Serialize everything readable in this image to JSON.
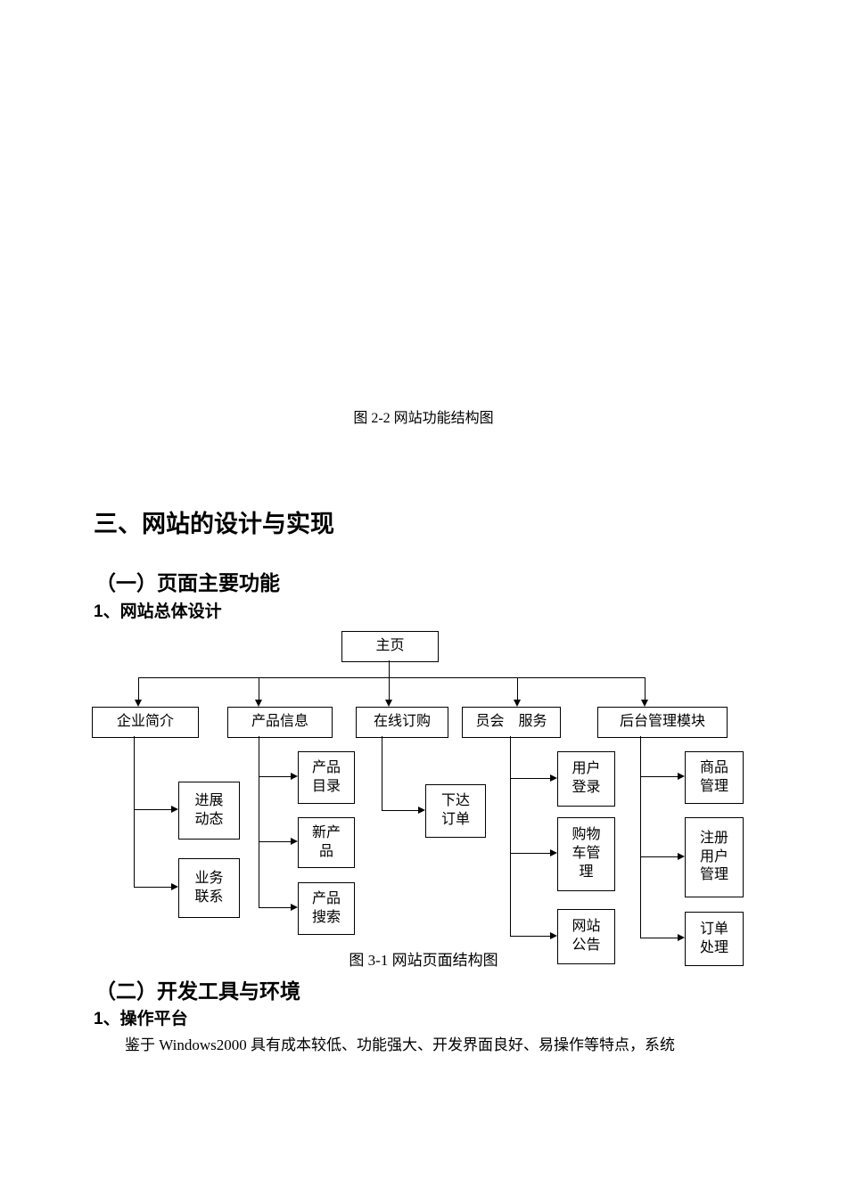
{
  "page": {
    "figure22_caption": "图 2-2 网站功能结构图",
    "heading_section3": "三、网站的设计与实现",
    "heading_sub1": "（一）页面主要功能",
    "heading_sub1_item1": "1、网站总体设计",
    "figure31_caption": "图 3-1 网站页面结构图",
    "heading_sub2": "（二）开发工具与环境",
    "heading_sub2_item1": "1、操作平台",
    "paragraph": "鉴于 Windows2000 具有成本较低、功能强大、开发界面良好、易操作等特点，系统"
  },
  "diagram": {
    "root": {
      "label": "主页"
    },
    "level2": [
      {
        "label": "企业简介"
      },
      {
        "label": "产品信息"
      },
      {
        "label": "在线订购"
      },
      {
        "label": "员会　服务"
      },
      {
        "label": "后台管理模块"
      }
    ],
    "leaves": [
      {
        "label": "进展\n动态"
      },
      {
        "label": "业务\n联系"
      },
      {
        "label": "产品\n目录"
      },
      {
        "label": "新产\n品"
      },
      {
        "label": "产品\n搜索"
      },
      {
        "label": "下达\n订单"
      },
      {
        "label": "用户\n登录"
      },
      {
        "label": "购物\n车管\n理"
      },
      {
        "label": "网站\n公告"
      },
      {
        "label": "商品\n管理"
      },
      {
        "label": "注册\n用户\n管理"
      },
      {
        "label": "订单\n处理"
      }
    ]
  }
}
